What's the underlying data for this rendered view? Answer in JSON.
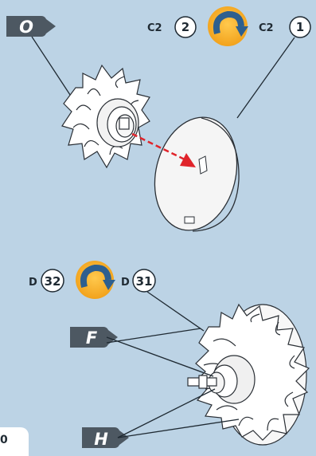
{
  "page_number": "0",
  "step_top": {
    "flag_label": "O",
    "left_part": {
      "code": "C2",
      "number": "2"
    },
    "right_part": {
      "code": "C2",
      "number": "1"
    },
    "rotate_icon": "rotate-clockwise-icon"
  },
  "step_bottom": {
    "left_part": {
      "code": "D",
      "number": "32"
    },
    "right_part": {
      "code": "D",
      "number": "31"
    },
    "flags": [
      "F",
      "H"
    ],
    "rotate_icon": "rotate-clockwise-icon"
  },
  "colors": {
    "background": "#bcd3e5",
    "flag": "#4d5862",
    "rotate_badge": "#f5a623",
    "rotate_arrow": "#2d5f8f",
    "direction_arrow": "#e0242b"
  }
}
